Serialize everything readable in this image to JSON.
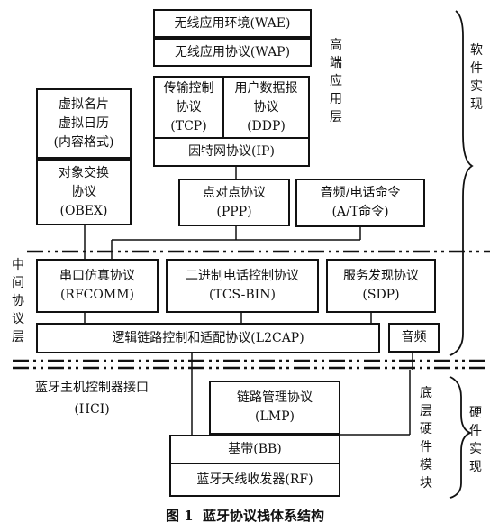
{
  "boxes": {
    "wae": "无线应用环境(WAE)",
    "wap": "无线应用协议(WAP)",
    "tcp": [
      "传输控制",
      "协议",
      "(TCP)"
    ],
    "udp": [
      "用户数据报",
      "协议",
      "(DDP)"
    ],
    "ip": "因特网协议(IP)",
    "vcard": [
      "虚拟名片",
      "虚拟日历",
      "(内容格式)"
    ],
    "obex": [
      "对象交换",
      "协议",
      "(OBEX)"
    ],
    "ppp": [
      "点对点协议",
      "(PPP)"
    ],
    "at": [
      "音频/电话命令",
      "(A/T命令)"
    ],
    "rfcomm": [
      "串口仿真协议",
      "(RFCOMM)"
    ],
    "tcs": [
      "二进制电话控制协议",
      "(TCS-BIN)"
    ],
    "sdp": [
      "服务发现协议",
      "(SDP)"
    ],
    "l2cap": "逻辑链路控制和适配协议(L2CAP)",
    "audio": "音频",
    "lmp": [
      "链路管理协议",
      "(LMP)"
    ],
    "bb": "基带(BB)",
    "rf": "蓝牙天线收发器(RF)"
  },
  "labels": {
    "high_layer": "高端应用层",
    "software": "软件实现",
    "middle_layer": "中间协议层",
    "hci": [
      "蓝牙主机控制器接口",
      "(HCI)"
    ],
    "low_layer": "底层硬件模块",
    "hardware": "硬件实现"
  },
  "caption": "图 1  蓝牙协议栈体系结构"
}
